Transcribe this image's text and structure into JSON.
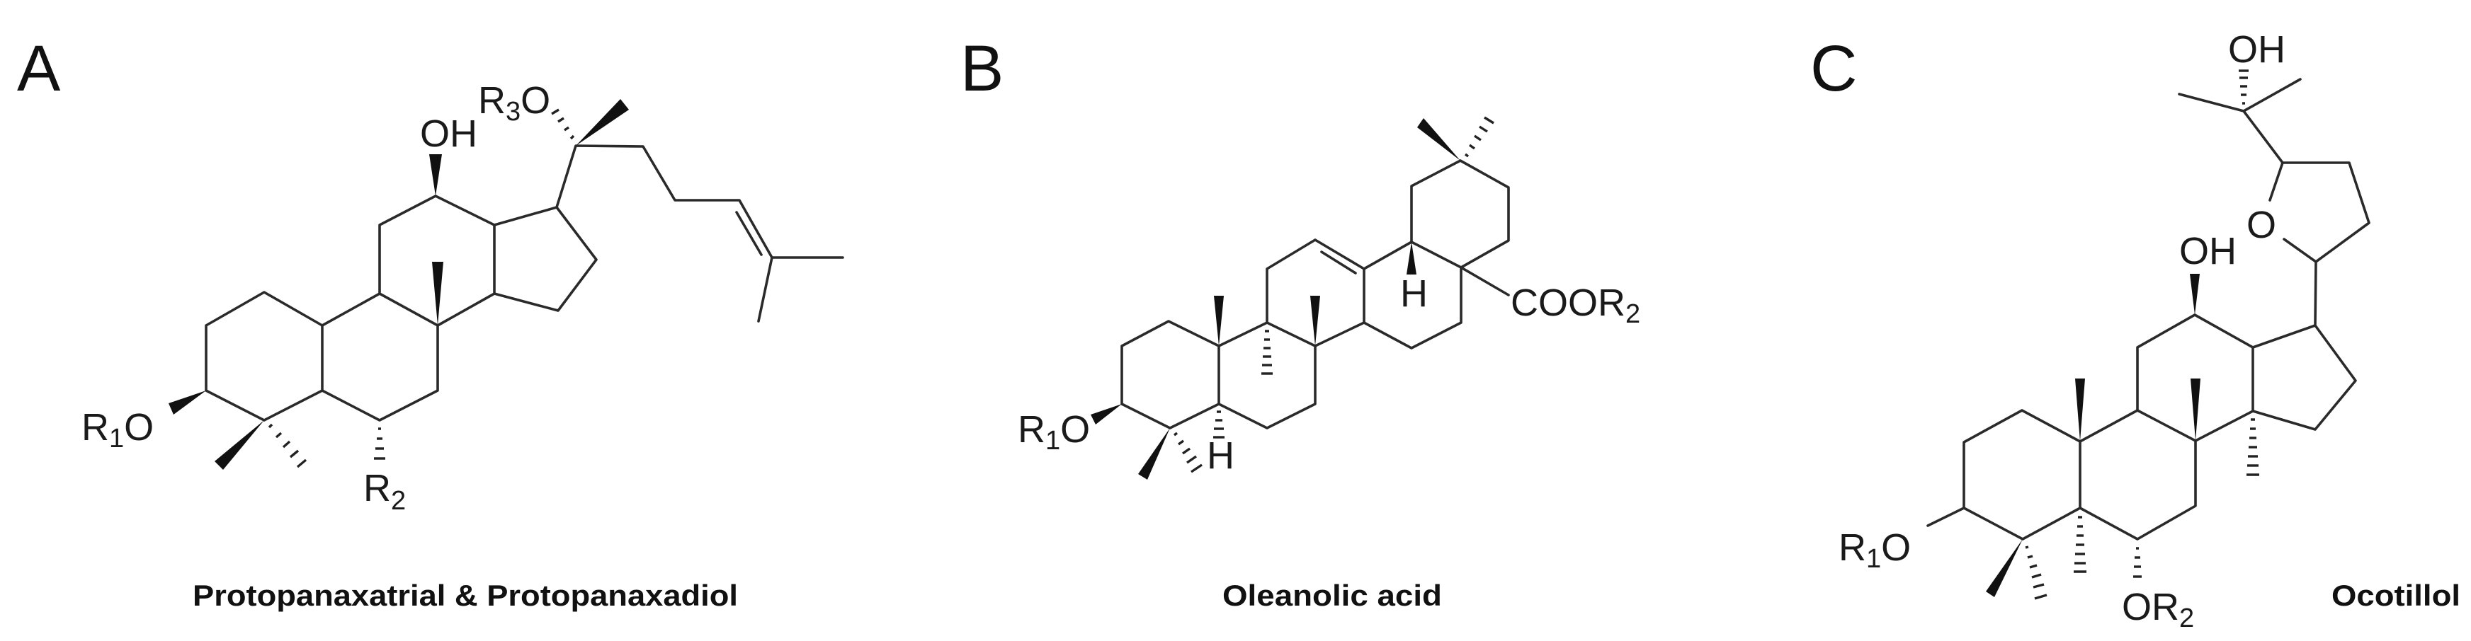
{
  "figure": {
    "background": "#ffffff",
    "ink_color": "#1a1a1a",
    "panels": [
      {
        "id": "A",
        "label": "A",
        "caption": "Protopanaxatrial & Protopanaxadiol",
        "substituents": {
          "r1o": {
            "main": "R",
            "sub": "1",
            "tail": "O"
          },
          "r2": {
            "main": "R",
            "sub": "2"
          },
          "r3o": {
            "main": "R",
            "sub": "3",
            "tail": "O"
          },
          "oh": "OH"
        }
      },
      {
        "id": "B",
        "label": "B",
        "caption": "Oleanolic acid",
        "substituents": {
          "r1o": {
            "main": "R",
            "sub": "1",
            "tail": "O"
          },
          "cooR2": {
            "main": "COOR",
            "sub": "2"
          },
          "h_top": "H",
          "h_bottom": "H"
        }
      },
      {
        "id": "C",
        "label": "C",
        "caption": "Ocotillol",
        "substituents": {
          "r1o": {
            "main": "R",
            "sub": "1",
            "tail": "O"
          },
          "or2": {
            "main": "OR",
            "sub": "2"
          },
          "oh_ring": "OH",
          "oh_top": "OH",
          "ring_o": "O"
        }
      }
    ]
  }
}
